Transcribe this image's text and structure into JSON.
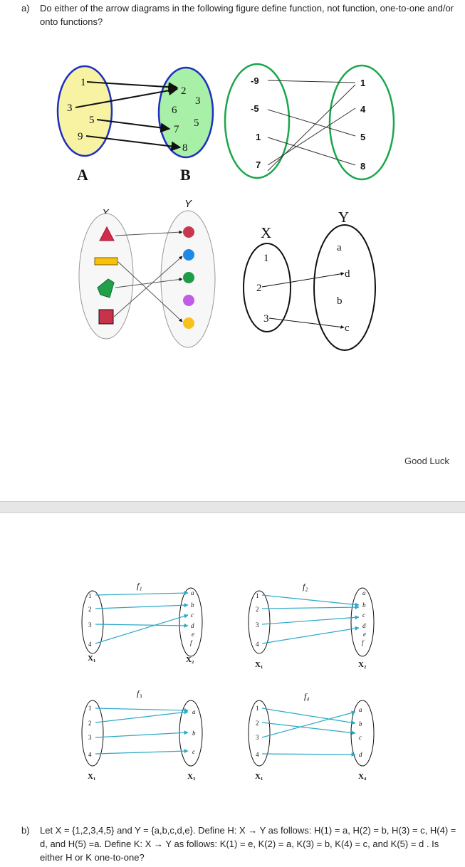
{
  "question_a": {
    "label": "a)",
    "text": "Do either of the arrow diagrams in the following figure define function, not function, one-to-one and/or onto functions?"
  },
  "diagram1": {
    "set_a_name": "A",
    "set_b_name": "B",
    "a_elements": [
      "1",
      "3",
      "5",
      "9"
    ],
    "b_elements": [
      "2",
      "3",
      "6",
      "5",
      "7",
      "8"
    ],
    "colors": {
      "set_a_fill": "#f7f3a3",
      "set_b_fill": "#a8f0a8",
      "outline": "#1f2fbf"
    }
  },
  "diagram2": {
    "left_elements": [
      "-9",
      "-5",
      "1",
      "7"
    ],
    "right_elements": [
      "1",
      "4",
      "5",
      "8"
    ],
    "colors": {
      "outline": "#1aa64a"
    }
  },
  "diagram3": {
    "domain_name": "X",
    "codomain_name": "Y",
    "domain_shapes": [
      "red-triangle",
      "yellow-rectangle",
      "green-pentagon",
      "red-square"
    ],
    "codomain_dots": [
      "red-dot",
      "blue-dot",
      "green-dot",
      "purple-dot",
      "yellow-dot"
    ]
  },
  "diagram4": {
    "domain_name": "X",
    "codomain_name": "Y",
    "domain_elements": [
      "1",
      "2",
      "3"
    ],
    "codomain_elements": [
      "a",
      "d",
      "b",
      "c"
    ]
  },
  "good_luck": "Good Luck",
  "grid": [
    {
      "func": "f₁",
      "domain_name": "X₁",
      "codomain_name": "X₂",
      "domain": [
        "1",
        "2",
        "3",
        "4"
      ],
      "codomain": [
        "a",
        "b",
        "c",
        "d",
        "e",
        "f"
      ]
    },
    {
      "func": "f₂",
      "domain_name": "X₁",
      "codomain_name": "X₂",
      "domain": [
        "1",
        "2",
        "3",
        "4"
      ],
      "codomain": [
        "a",
        "b",
        "c",
        "d",
        "e",
        "f"
      ]
    },
    {
      "func": "f₃",
      "domain_name": "X₁",
      "codomain_name": "X₃",
      "domain": [
        "1",
        "2",
        "3",
        "4"
      ],
      "codomain": [
        "a",
        "b",
        "c"
      ]
    },
    {
      "func": "f₄",
      "domain_name": "X₁",
      "codomain_name": "X₄",
      "domain": [
        "1",
        "2",
        "3",
        "4"
      ],
      "codomain": [
        "a",
        "b",
        "c",
        "d"
      ]
    }
  ],
  "question_b": {
    "label": "b)",
    "text": "Let X = {1,2,3,4,5} and Y = {a,b,c,d,e}. Define H: X → Y as follows: H(1) = a, H(2) = b, H(3) = c, H(4) = d, and H(5) =a. Define K: X → Y as follows: K(1) = e, K(2) = a, K(3) = b, K(4) = c, and K(5) = d . Is either H or K one-to-one?"
  }
}
